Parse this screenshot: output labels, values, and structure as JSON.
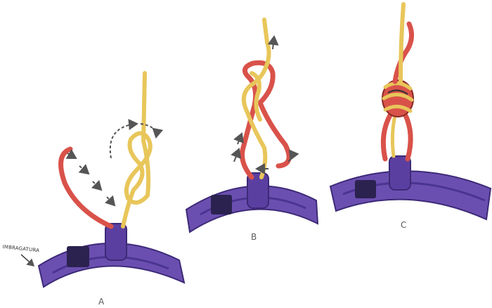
{
  "labels": {
    "step_a": "A",
    "step_b": "B",
    "step_c": "C",
    "harness": "IMBRAGATURA"
  },
  "colors": {
    "harness": "#6b4fb0",
    "harness_dark": "#3d2a78",
    "rope_yellow": "#e8c65a",
    "rope_red": "#d9524a",
    "arrow": "#555555"
  }
}
